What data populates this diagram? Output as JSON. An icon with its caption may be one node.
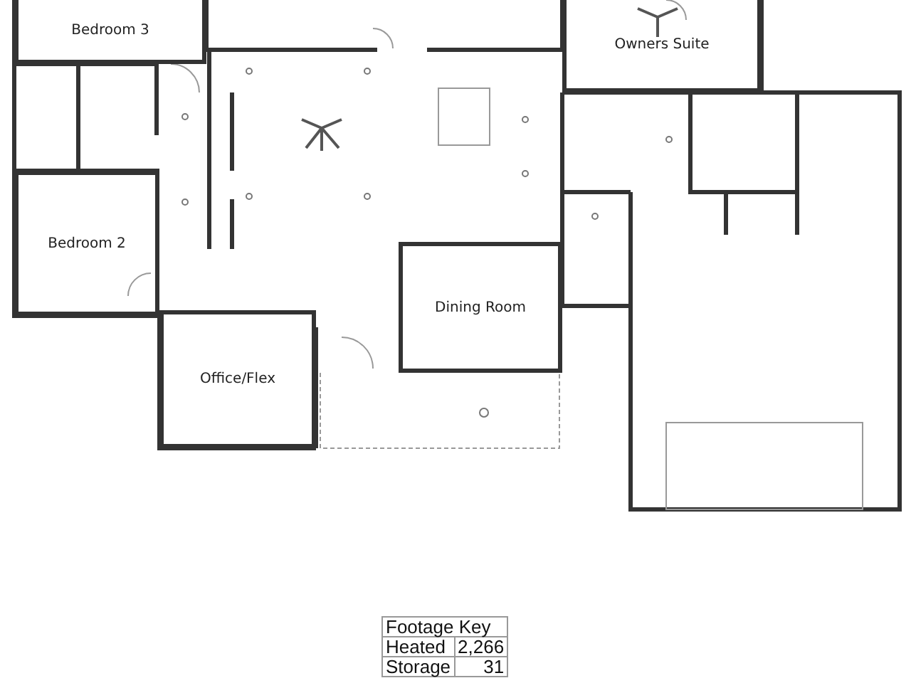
{
  "diagram": {
    "nodes": [
      {
        "text": [
          "Bedroom 3"
        ]
      },
      {
        "text": [
          "Owners Suite"
        ]
      },
      {
        "text": [
          "Bedroom 2"
        ]
      },
      {
        "text": [
          "Dining Room"
        ]
      },
      {
        "text": [
          "Office/Flex"
        ]
      }
    ],
    "labels": [
      "Footage Key",
      "Heated",
      "2,266",
      "Storage",
      "31"
    ]
  }
}
